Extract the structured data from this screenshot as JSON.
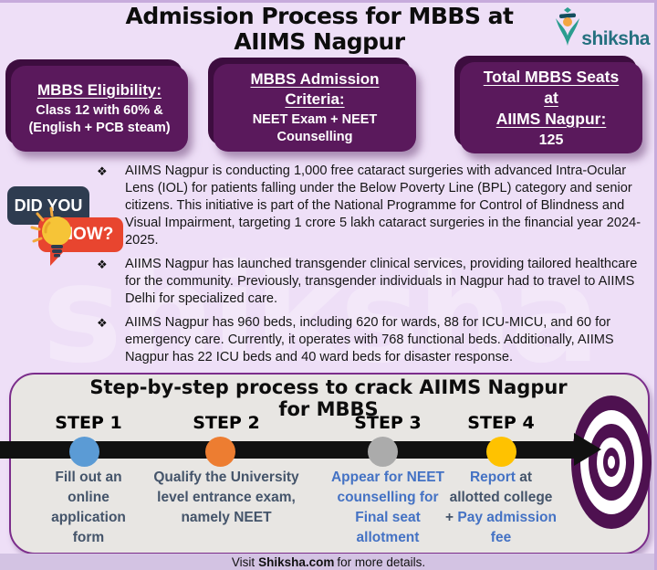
{
  "header": {
    "title": "Admission Process for MBBS at\nAIIMS Nagpur"
  },
  "logo": {
    "brand": "shiksha"
  },
  "watermark": "shiksha",
  "info_boxes": [
    {
      "title": "MBBS Eligibility:",
      "body": "Class 12 with 60% &\n(English + PCB steam)"
    },
    {
      "title": "MBBS Admission\nCriteria:",
      "body": "NEET Exam + NEET Counselling"
    },
    {
      "title": "Total MBBS Seats\nat\nAIIMS Nagpur:",
      "body": "125"
    }
  ],
  "did_you_know": {
    "top": "DID YOU",
    "bottom": "KNOW?"
  },
  "facts_section": {
    "bullet": "❖",
    "facts": [
      "AIIMS Nagpur is conducting 1,000 free cataract surgeries with advanced Intra-Ocular Lens (IOL) for patients falling under the Below Poverty Line (BPL) category and senior citizens. This initiative is part of the National Programme for Control of Blindness and Visual Impairment, targeting 1 crore 5 lakh cataract surgeries in the financial year 2024-2025.",
      "AIIMS Nagpur has launched transgender clinical services, providing tailored healthcare for the community. Previously, transgender individuals in Nagpur had to travel to AIIMS Delhi for specialized care.",
      "AIIMS Nagpur has 960 beds, including 620 for wards, 88 for ICU-MICU, and 60 for emergency care. Currently, it operates with 768 functional beds. Additionally, AIIMS Nagpur has 22 ICU beds and 40 ward beds for disaster response."
    ]
  },
  "process": {
    "title": "Step-by-step process to crack AIIMS Nagpur\nfor MBBS",
    "steps": [
      {
        "label": "STEP 1",
        "dot_color": "#5B9BD5",
        "desc": [
          {
            "text": "Fill out an\nonline\napplication\nform",
            "color": "dark"
          }
        ]
      },
      {
        "label": "STEP 2",
        "dot_color": "#ED7D31",
        "desc": [
          {
            "text": "Qualify the University\nlevel entrance exam,\nnamely NEET",
            "color": "dark"
          }
        ]
      },
      {
        "label": "STEP 3",
        "dot_color": "#ABABAB",
        "desc": [
          {
            "text": "Appear for NEET\ncounselling for\nFinal seat\nallotment",
            "color": "blue"
          }
        ]
      },
      {
        "label": "STEP 4",
        "dot_color": "#FFC200",
        "desc": [
          {
            "text": "Report",
            "color": "blue"
          },
          {
            "text": " at\nallotted college\n+ ",
            "color": "dark"
          },
          {
            "text": "Pay admission\nfee",
            "color": "blue"
          }
        ]
      }
    ]
  },
  "footer": {
    "prefix": "Visit",
    "brand": "Shiksha.com",
    "suffix": "for more details."
  },
  "colors": {
    "background": "#EEDFF7",
    "box_purple": "#5A195C",
    "box_shadow_purple": "#3D0D3F",
    "panel_bg": "#E8E6E3",
    "panel_border": "#7B2D8B",
    "timeline_black": "#111111",
    "step_text_dark": "#44546A",
    "step_text_blue": "#4472C4",
    "target_purple": "#4E1150",
    "badge_navy": "#2E3C50",
    "badge_red": "#E8452F",
    "bulb_yellow": "#F6C437",
    "logo_teal": "#25707F",
    "footer_strip": "#D3C3E3"
  }
}
